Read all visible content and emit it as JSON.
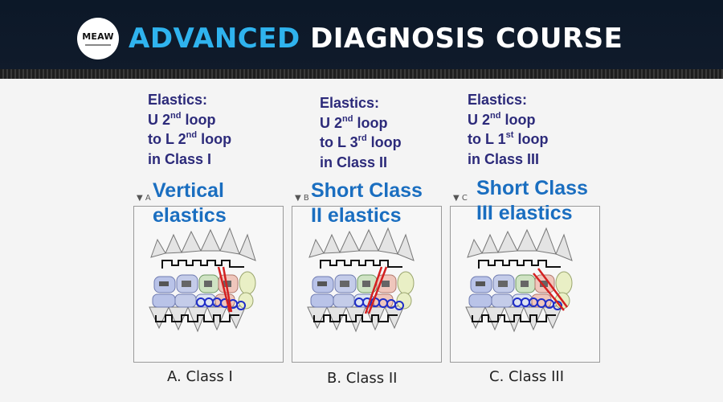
{
  "header": {
    "logo_text": "MEAW",
    "title_accent": "ADVANCED",
    "title_main": "DIAGNOSIS COURSE",
    "colors": {
      "banner": "#0f1a2a",
      "accent": "#2fb3ee",
      "title": "#ffffff"
    }
  },
  "panels": [
    {
      "letter": "A",
      "caption": "A. Class I",
      "label_line1": "Vertical",
      "label_line2": "elastics",
      "note": {
        "l1": "Elastics:",
        "l2a": "U 2",
        "l2s": "nd",
        "l2b": " loop",
        "l3a": "to L 2",
        "l3s": "nd",
        "l3b": " loop",
        "l4": "in Class I"
      }
    },
    {
      "letter": "B",
      "caption": "B. Class II",
      "label_line1": "Short Class",
      "label_line2": "II elastics",
      "note": {
        "l1": "Elastics:",
        "l2a": "U 2",
        "l2s": "nd",
        "l2b": " loop",
        "l3a": "to L 3",
        "l3s": "rd",
        "l3b": " loop",
        "l4": "in Class II"
      }
    },
    {
      "letter": "C",
      "caption": "C. Class III",
      "label_line1": "Short Class",
      "label_line2": "III elastics",
      "note": {
        "l1": "Elastics:",
        "l2a": "U 2",
        "l2s": "nd",
        "l2b": " loop",
        "l3a": "to L 1",
        "l3s": "st",
        "l3b": " loop",
        "l4": "in Class III"
      }
    }
  ],
  "colors": {
    "note_text": "#2c2a7a",
    "label_text": "#1a6ec0",
    "elastic": "#d42020",
    "chain": "#1f2dc8"
  }
}
